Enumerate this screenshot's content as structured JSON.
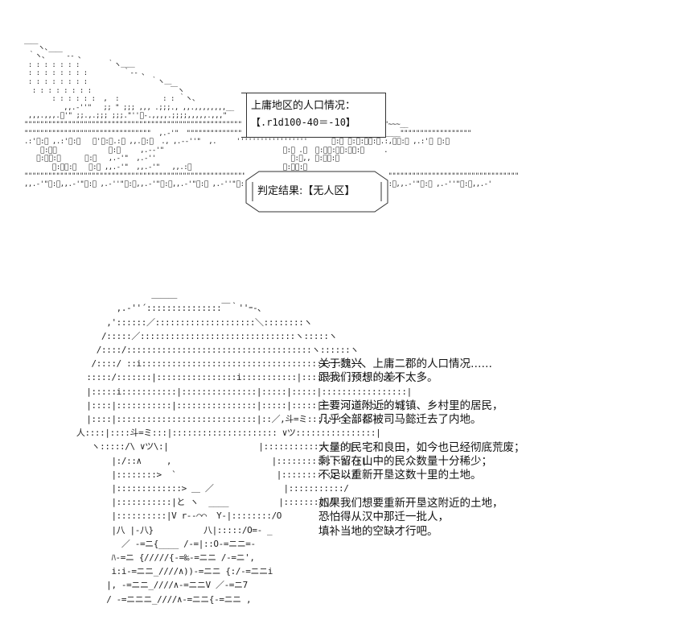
{
  "scene": {
    "info_box": {
      "title": "上庸地区的人口情况：",
      "roll": "【.r1d100-40＝-10】"
    },
    "result_box": {
      "label": "判定结果:【无人区】"
    }
  },
  "narration": {
    "paragraphs": [
      [
        "关于魏兴、上庸二郡的人口情况……",
        "跟我们预想的差不太多。"
      ],
      [
        "主要河道附近的城镇、乡村里的居民，",
        "几乎全部都被司马懿迁去了内地。"
      ],
      [
        "大量的民宅和良田，如今也已经彻底荒废；",
        "剩下留在山中的民众数量十分稀少；",
        "不足以重新开垦这数十里的土地。"
      ],
      [
        "如果我们想要重新开垦这附近的土地，",
        "恐怕得从汉中那迁一批人，",
        "填补当地的空缺才行吧。"
      ]
    ]
  }
}
